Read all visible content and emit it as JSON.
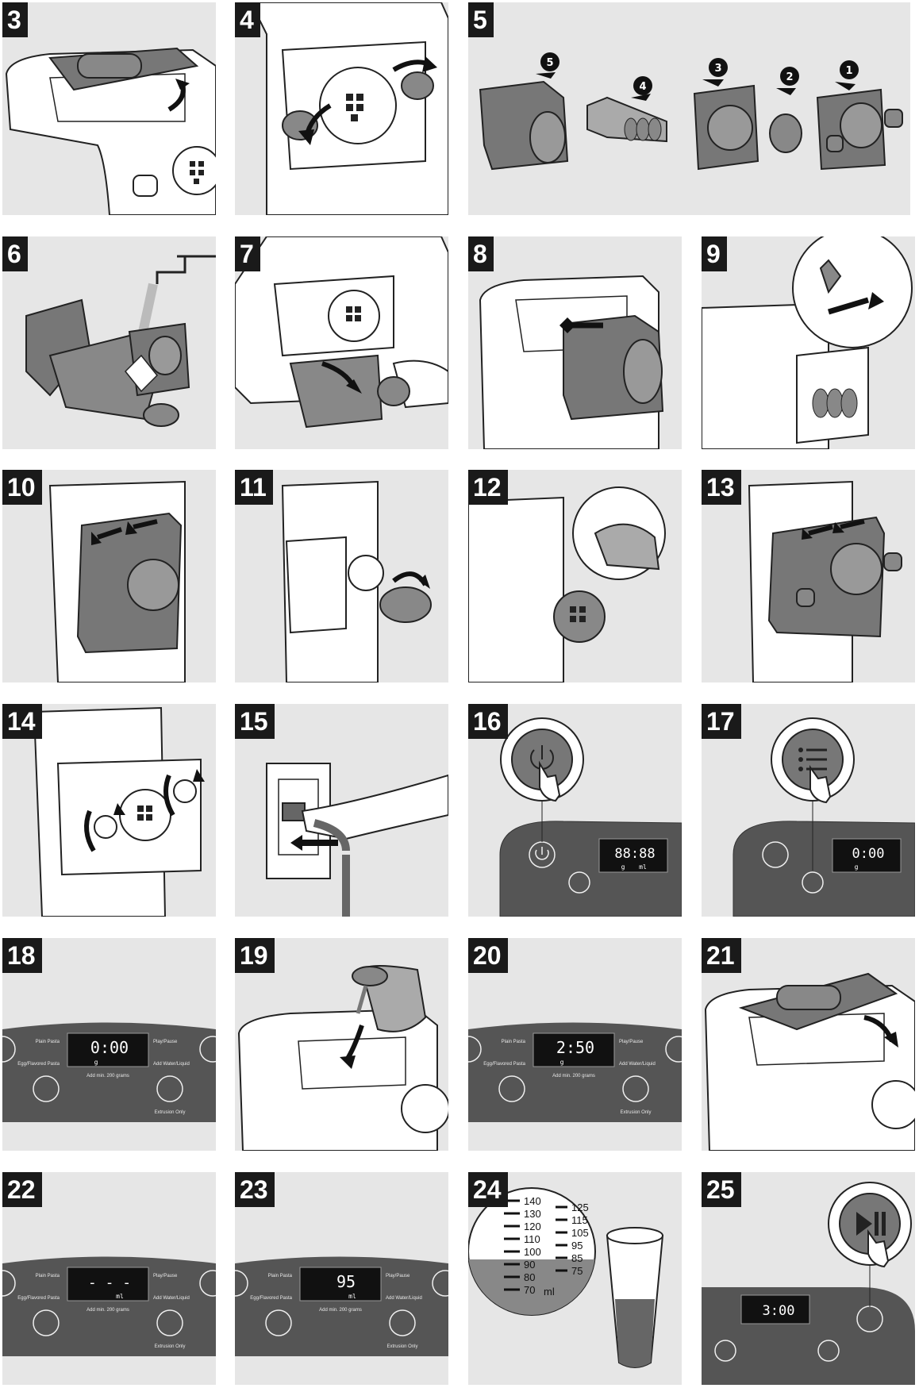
{
  "steps": [
    "3",
    "4",
    "5",
    "6",
    "7",
    "8",
    "9",
    "10",
    "11",
    "12",
    "13",
    "14",
    "15",
    "16",
    "17",
    "18",
    "19",
    "20",
    "21",
    "22",
    "23",
    "24",
    "25"
  ],
  "step5_callouts": [
    "5",
    "4",
    "3",
    "2",
    "1"
  ],
  "panel_labels": {
    "plain_pasta": "Plain Pasta",
    "egg_flavored_pasta": "Egg/Flavored Pasta",
    "play_pause": "Play/Pause",
    "add_water_liquid": "Add Water/Liquid",
    "add_min": "Add min. 200 grams",
    "extrusion_only": "Extrusion Only"
  },
  "displays": {
    "s16": {
      "digits": "88:88",
      "unit_g": "g",
      "unit_ml": "ml"
    },
    "s17": {
      "digits": "0:00",
      "unit": "g"
    },
    "s18": {
      "digits": "0:00",
      "unit": "g"
    },
    "s20": {
      "digits": "2:50",
      "unit": "g"
    },
    "s22": {
      "digits": "- - -",
      "unit": "ml"
    },
    "s23": {
      "digits": "95",
      "unit": "ml"
    },
    "s25": {
      "digits": "3:00"
    }
  },
  "measuring_scale": {
    "left": [
      "140",
      "130",
      "120",
      "110",
      "100",
      "90",
      "80",
      "70"
    ],
    "right": [
      "125",
      "115",
      "105",
      "95",
      "85",
      "75"
    ],
    "unit": "ml"
  },
  "colors": {
    "panel_bg": "#e6e6e6",
    "dark": "#555555",
    "accent": "#7a7a7a",
    "number_bg": "#1a1a1a"
  }
}
